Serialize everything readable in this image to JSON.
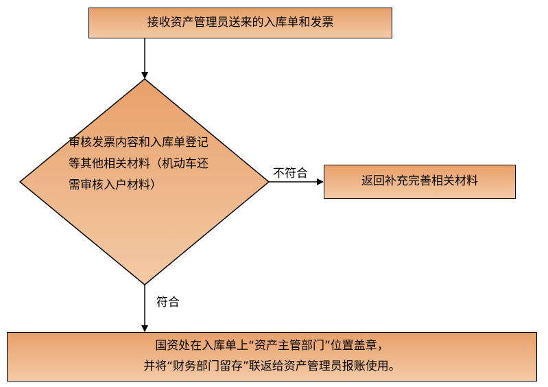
{
  "nodes": {
    "receive": "接收资产管理员送来的入库单和发票",
    "review": "审核发票内容和入库单登记等其他相关材料（机动车还需审核入户材料）",
    "return": "返回补充完善相关材料",
    "final_line1": "国资处在入库单上“资产主管部门”位置盖章，",
    "final_line2": "并将“财务部门留存”联返给资产管理员报账使用。"
  },
  "edges": {
    "not_match": "不符合",
    "match": "符合"
  },
  "colors": {
    "fill_top": "#e8a06a",
    "fill_bottom": "#f4caa6",
    "stroke": "#000000"
  }
}
